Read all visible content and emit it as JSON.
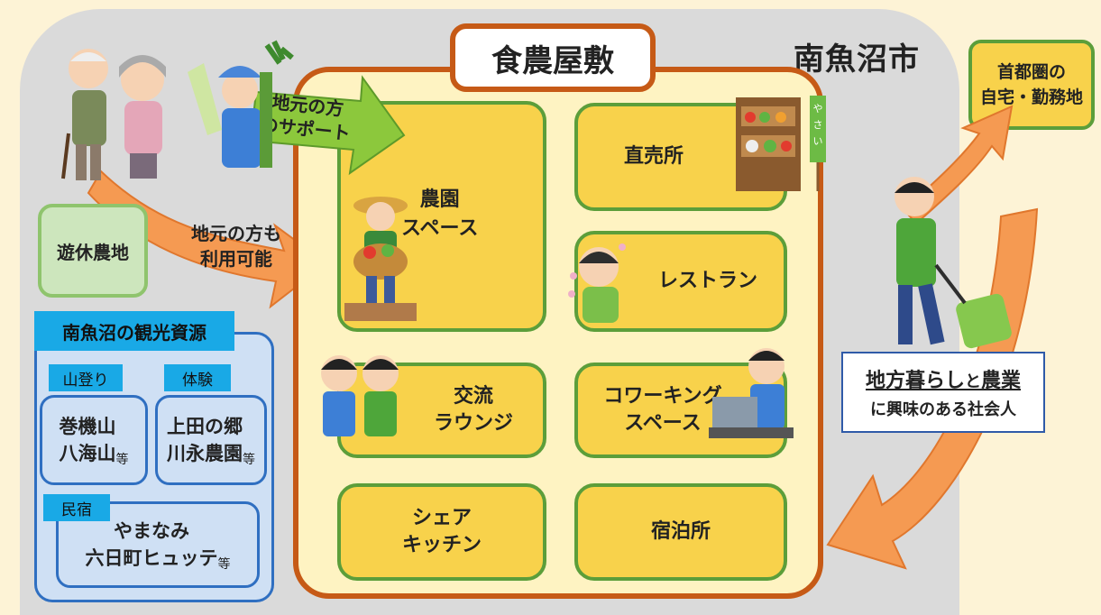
{
  "region": {
    "name": "南魚沼市"
  },
  "tokyo": {
    "label": "首都圏の\n自宅・勤務地"
  },
  "hall": {
    "title": "食農屋敷",
    "rooms": {
      "farm": "農園\nスペース",
      "shop": "直売所",
      "restaurant": "レストラン",
      "lounge": "交流\nラウンジ",
      "coworking": "コワーキング\nスペース",
      "kitchen": "シェア\nキッチン",
      "lodging": "宿泊所"
    }
  },
  "arrows": {
    "support": "地元の方\nのサポート",
    "locals_use": "地元の方も\n利用可能"
  },
  "idle_farmland": "遊休農地",
  "tourism": {
    "title": "南魚沼の観光資源",
    "mountain": {
      "tag": "山登り",
      "text": "巻機山\n八海山",
      "etc": "等"
    },
    "experience": {
      "tag": "体験",
      "text": "上田の郷\n川永農園",
      "etc": "等"
    },
    "inn": {
      "tag": "民宿",
      "text": "やまなみ\n六日町ヒュッテ",
      "etc": "等"
    }
  },
  "people": {
    "w1": "地方暮らし",
    "and": "と",
    "w2": "農業",
    "line2": "に興味のある社会人"
  },
  "stall_sign": "やさい",
  "colors": {
    "accent_orange": "#c65a16",
    "room_yellow": "#f8d24b",
    "room_border_green": "#5c9e3a",
    "tour_blue": "#2f6fc1",
    "arrow_orange": "#f59a52"
  }
}
